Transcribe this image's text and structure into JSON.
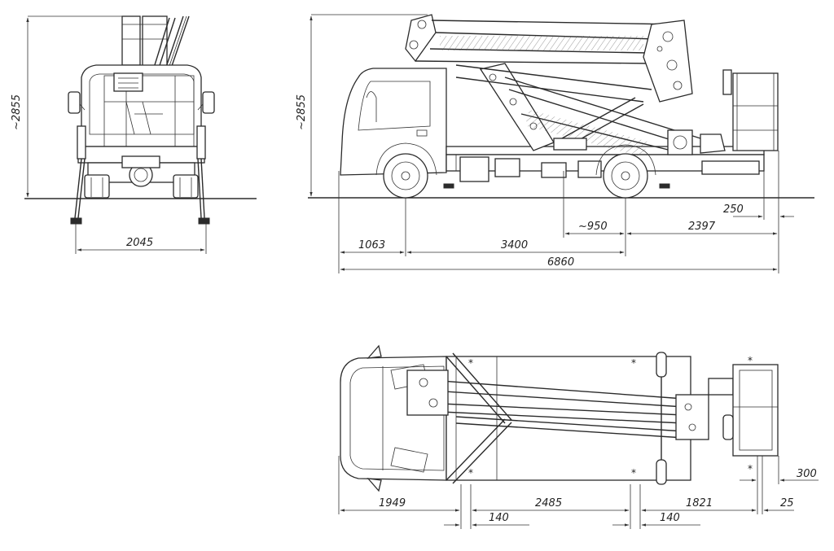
{
  "views": {
    "front": {
      "height": "~2855",
      "track_width": "2045"
    },
    "side": {
      "height": "~2855",
      "front_overhang": "1063",
      "wheelbase": "3400",
      "overall_length": "6860",
      "outrigger_offset": "~950",
      "rear_overhang": "2397",
      "basket_offset": "250"
    },
    "top": {
      "front_to_outrigger": "1949",
      "outrigger_spacing": "2485",
      "outrigger_to_basket": "1821",
      "outrigger_front_width": "140",
      "outrigger_rear_width": "140",
      "basket_width": "300",
      "basket_gap": "25"
    }
  }
}
